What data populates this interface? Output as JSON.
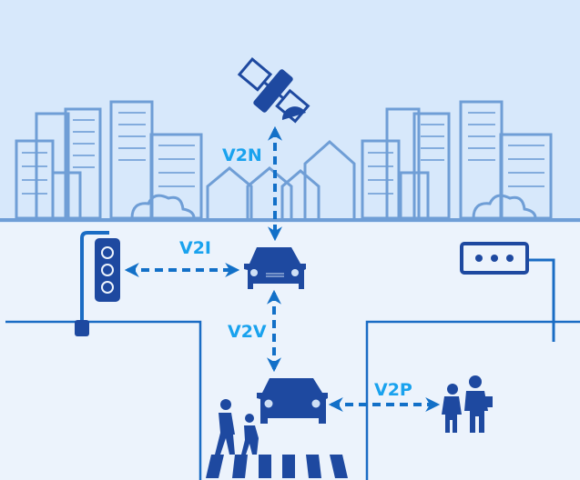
{
  "labels": {
    "v2n": "V2N",
    "v2i": "V2I",
    "v2v": "V2V",
    "v2p": "V2P"
  },
  "colors": {
    "sky": "#d7e8fb",
    "ground": "#ecf3fc",
    "buildings": "#6f9ed6",
    "vehicle": "#1e49a0",
    "arrow": "#1270c8",
    "label": "#19a2ee",
    "road": "#1a6cc4"
  },
  "icons": [
    "satellite-icon",
    "traffic-light-icon",
    "car-icon",
    "pedestrian-icon",
    "roadside-unit-icon",
    "crosswalk-icon"
  ]
}
